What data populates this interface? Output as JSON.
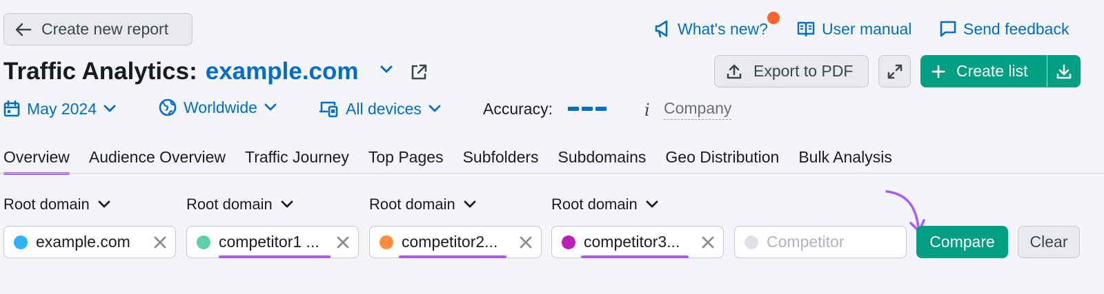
{
  "header": {
    "back_label": "Create new report",
    "whats_new": "What's new?",
    "user_manual": "User manual",
    "send_feedback": "Send feedback"
  },
  "title": {
    "prefix": "Traffic Analytics:",
    "domain": "example.com"
  },
  "actions": {
    "export_label": "Export to PDF",
    "create_label": "Create list"
  },
  "filters": {
    "date": "May 2024",
    "region": "Worldwide",
    "devices": "All devices",
    "accuracy_label": "Accuracy:",
    "company": "Company"
  },
  "tabs": [
    {
      "label": "Overview",
      "active": true
    },
    {
      "label": "Audience Overview"
    },
    {
      "label": "Traffic Journey"
    },
    {
      "label": "Top Pages"
    },
    {
      "label": "Subfolders"
    },
    {
      "label": "Subdomains"
    },
    {
      "label": "Geo Distribution"
    },
    {
      "label": "Bulk Analysis"
    }
  ],
  "compare": {
    "scope_label": "Root domain",
    "domains": [
      {
        "value": "example.com",
        "color": "#2bb3ff"
      },
      {
        "value": "competitor1 ...",
        "color": "#5ecfaa"
      },
      {
        "value": "competitor2...",
        "color": "#ff8c3b"
      },
      {
        "value": "competitor3...",
        "color": "#b820b8"
      }
    ],
    "placeholder": "Competitor",
    "compare_label": "Compare",
    "clear_label": "Clear"
  },
  "colors": {
    "accent_blue": "#006dca",
    "primary_green": "#009f81",
    "highlight_purple": "#a75aff",
    "notification_orange": "#ff642d"
  }
}
